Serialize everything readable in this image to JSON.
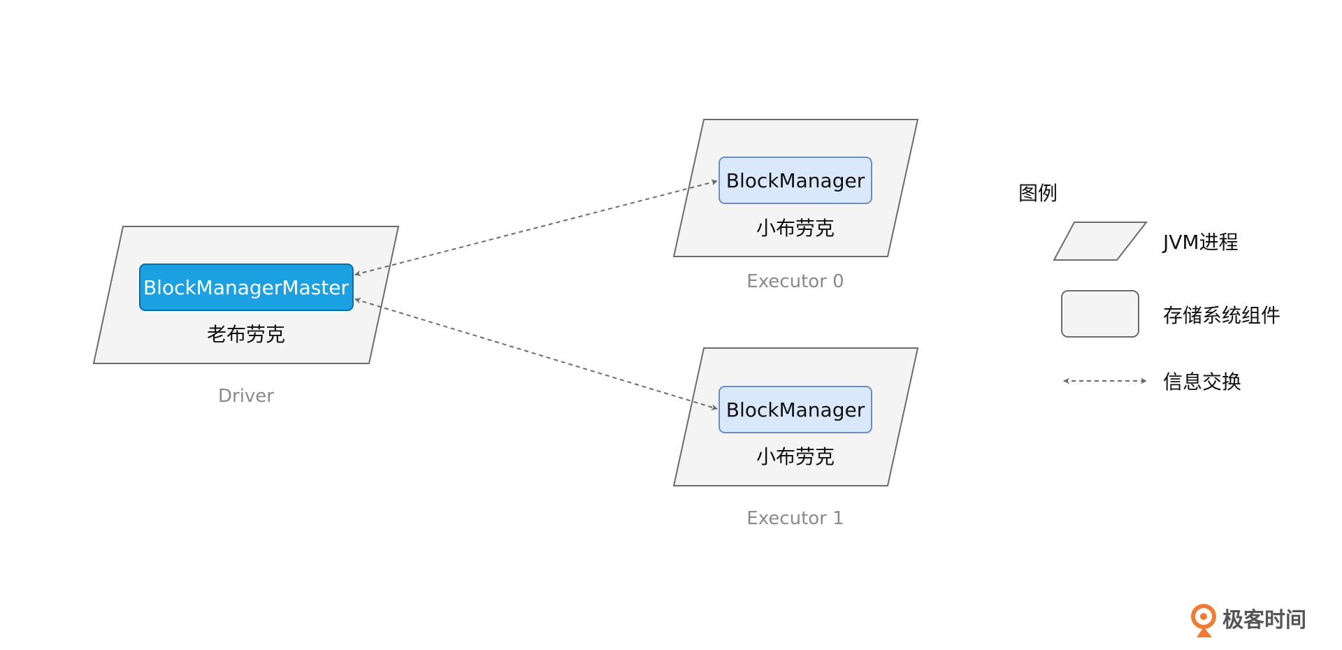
{
  "colors": {
    "process_fill": "#f4f4f4",
    "process_stroke": "#6b6b6b",
    "master_fill": "#1ba1e2",
    "master_stroke": "#006eaf",
    "manager_fill": "#dae8fc",
    "manager_stroke": "#6c8ebf",
    "arrow": "#6b6b6b",
    "caption": "#8a8a8a",
    "logo_accent": "#f07c33"
  },
  "driver": {
    "master_label": "BlockManagerMaster",
    "name_label": "老布劳克",
    "caption": "Driver"
  },
  "executors": [
    {
      "manager_label": "BlockManager",
      "name_label": "小布劳克",
      "caption": "Executor 0"
    },
    {
      "manager_label": "BlockManager",
      "name_label": "小布劳克",
      "caption": "Executor 1"
    }
  ],
  "legend": {
    "title": "图例",
    "items": [
      {
        "icon": "parallelogram-icon",
        "label": "JVM进程"
      },
      {
        "icon": "rounded-rect-icon",
        "label": "存储系统组件"
      },
      {
        "icon": "double-arrow-icon",
        "label": "信息交换"
      }
    ]
  },
  "logo": {
    "text": "极客时间",
    "icon": "geektime-logo-icon"
  }
}
